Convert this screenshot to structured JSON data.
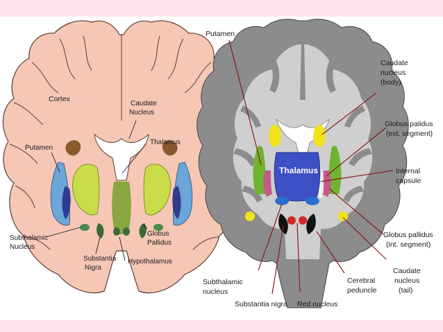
{
  "left_diagram": {
    "labels": {
      "cortex": "Cortex",
      "caudate_1": "Caudate",
      "caudate_2": "Nucleus",
      "putamen": "Putamen",
      "thalamus": "Thalamus",
      "subthalamic_1": "Subthalamic",
      "subthalamic_2": "Nucleus",
      "globus_1": "Globus",
      "globus_2": "Pallidus",
      "substantia_1": "Substantia",
      "substantia_2": "Nigra",
      "hypothalamus": "Hypothalamus"
    },
    "colors": {
      "cortex": "#f6c7b5",
      "caudate": "#8a5a2c",
      "putamen": "#6aa6d8",
      "globus_pallidus": "#2f3b8f",
      "thalamus": "#c9dd4b",
      "hypothalamus": "#8aa640",
      "substantia_nigra": "#3e6a3b",
      "subthalamic": "#4a8a4a"
    }
  },
  "right_diagram": {
    "labels": {
      "putamen": "Putamen",
      "caudate_1": "Caudate",
      "caudate_2": "nucleus",
      "caudate_3": "(body)",
      "gp_ext_1": "Globus palidus",
      "gp_ext_2": "(ext. segment)",
      "internal_1": "Internal",
      "internal_2": "capsule",
      "thalamus": "Thalamus",
      "gp_int_1": "Globus pallidus",
      "gp_int_2": "(int. segment)",
      "caudate_tail_1": "Caudate",
      "caudate_tail_2": "nucleus",
      "caudate_tail_3": "(tail)",
      "subthalamic_1": "Subthalamic",
      "subthalamic_2": "nucleus",
      "substantia": "Substantia nigra",
      "red": "Red nucleus",
      "cerebral_1": "Cerebral",
      "cerebral_2": "peduncle"
    },
    "colors": {
      "gray_matter": "#8c8c8c",
      "white_matter": "#cfcfcf",
      "thalamus": "#3d4fc4",
      "caudate": "#f2e21c",
      "putamen": "#6fb431",
      "internal_capsule": "#f0f0f0",
      "red_nucleus": "#d12a2a",
      "substantia_nigra": "#111111",
      "leader": "#8b1a1a"
    }
  }
}
